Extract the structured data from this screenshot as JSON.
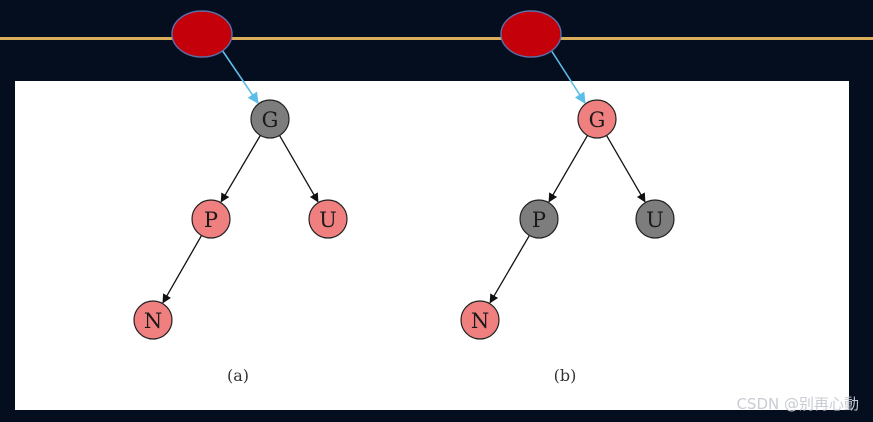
{
  "colors": {
    "background": "#050e1f",
    "slide_rule": "#d9ad5a",
    "panel": "#ffffff",
    "red_node": "#f08080",
    "black_node": "#7d7d7d",
    "pointer_node": "#c4000a",
    "pointer_arrow": "#5cbde8",
    "edge": "#111111"
  },
  "diagrams": [
    {
      "caption": "(a)",
      "nodes": [
        {
          "id": "G",
          "label": "G",
          "color": "black"
        },
        {
          "id": "P",
          "label": "P",
          "color": "red"
        },
        {
          "id": "U",
          "label": "U",
          "color": "red"
        },
        {
          "id": "N",
          "label": "N",
          "color": "red"
        }
      ],
      "edges": [
        [
          "G",
          "P"
        ],
        [
          "G",
          "U"
        ],
        [
          "P",
          "N"
        ]
      ],
      "pointer_target": "G"
    },
    {
      "caption": "(b)",
      "nodes": [
        {
          "id": "G",
          "label": "G",
          "color": "red"
        },
        {
          "id": "P",
          "label": "P",
          "color": "black"
        },
        {
          "id": "U",
          "label": "U",
          "color": "black"
        },
        {
          "id": "N",
          "label": "N",
          "color": "red"
        }
      ],
      "edges": [
        [
          "G",
          "P"
        ],
        [
          "G",
          "U"
        ],
        [
          "P",
          "N"
        ]
      ],
      "pointer_target": "G"
    }
  ],
  "watermark": "CSDN @别再心動"
}
